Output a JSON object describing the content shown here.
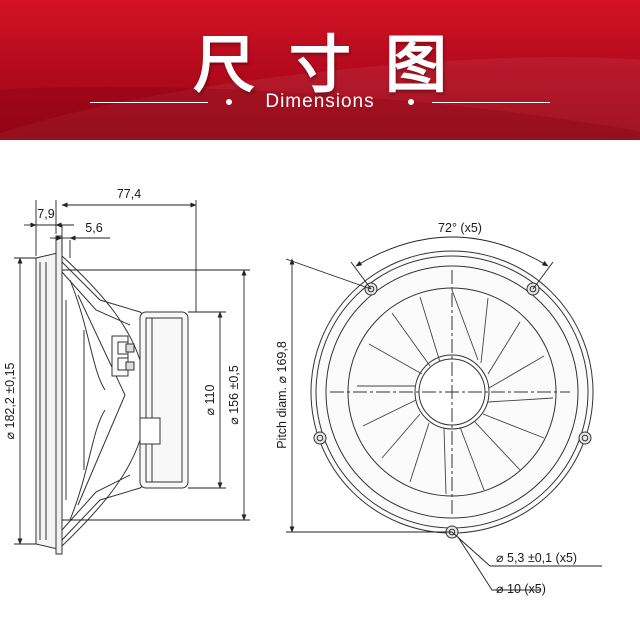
{
  "header": {
    "title_cn": "尺寸图",
    "subtitle": "Dimensions"
  },
  "side_view": {
    "dim_77_4": "77,4",
    "dim_7_9": "7,9",
    "dim_5_6": "5,6",
    "dim_182_2": "⌀ 182,2 ±0,15",
    "dim_110": "⌀ 110",
    "dim_156": "⌀ 156 ±0,5"
  },
  "front_view": {
    "angle": "72° (x5)",
    "pitch": "Pitch diam. ⌀ 169,8",
    "hole_small": "⌀ 5,3 ±0,1 (x5)",
    "hole_large": "⌀ 10 (x5)"
  },
  "colors": {
    "banner_red": "#c80d22",
    "line": "#333333"
  }
}
